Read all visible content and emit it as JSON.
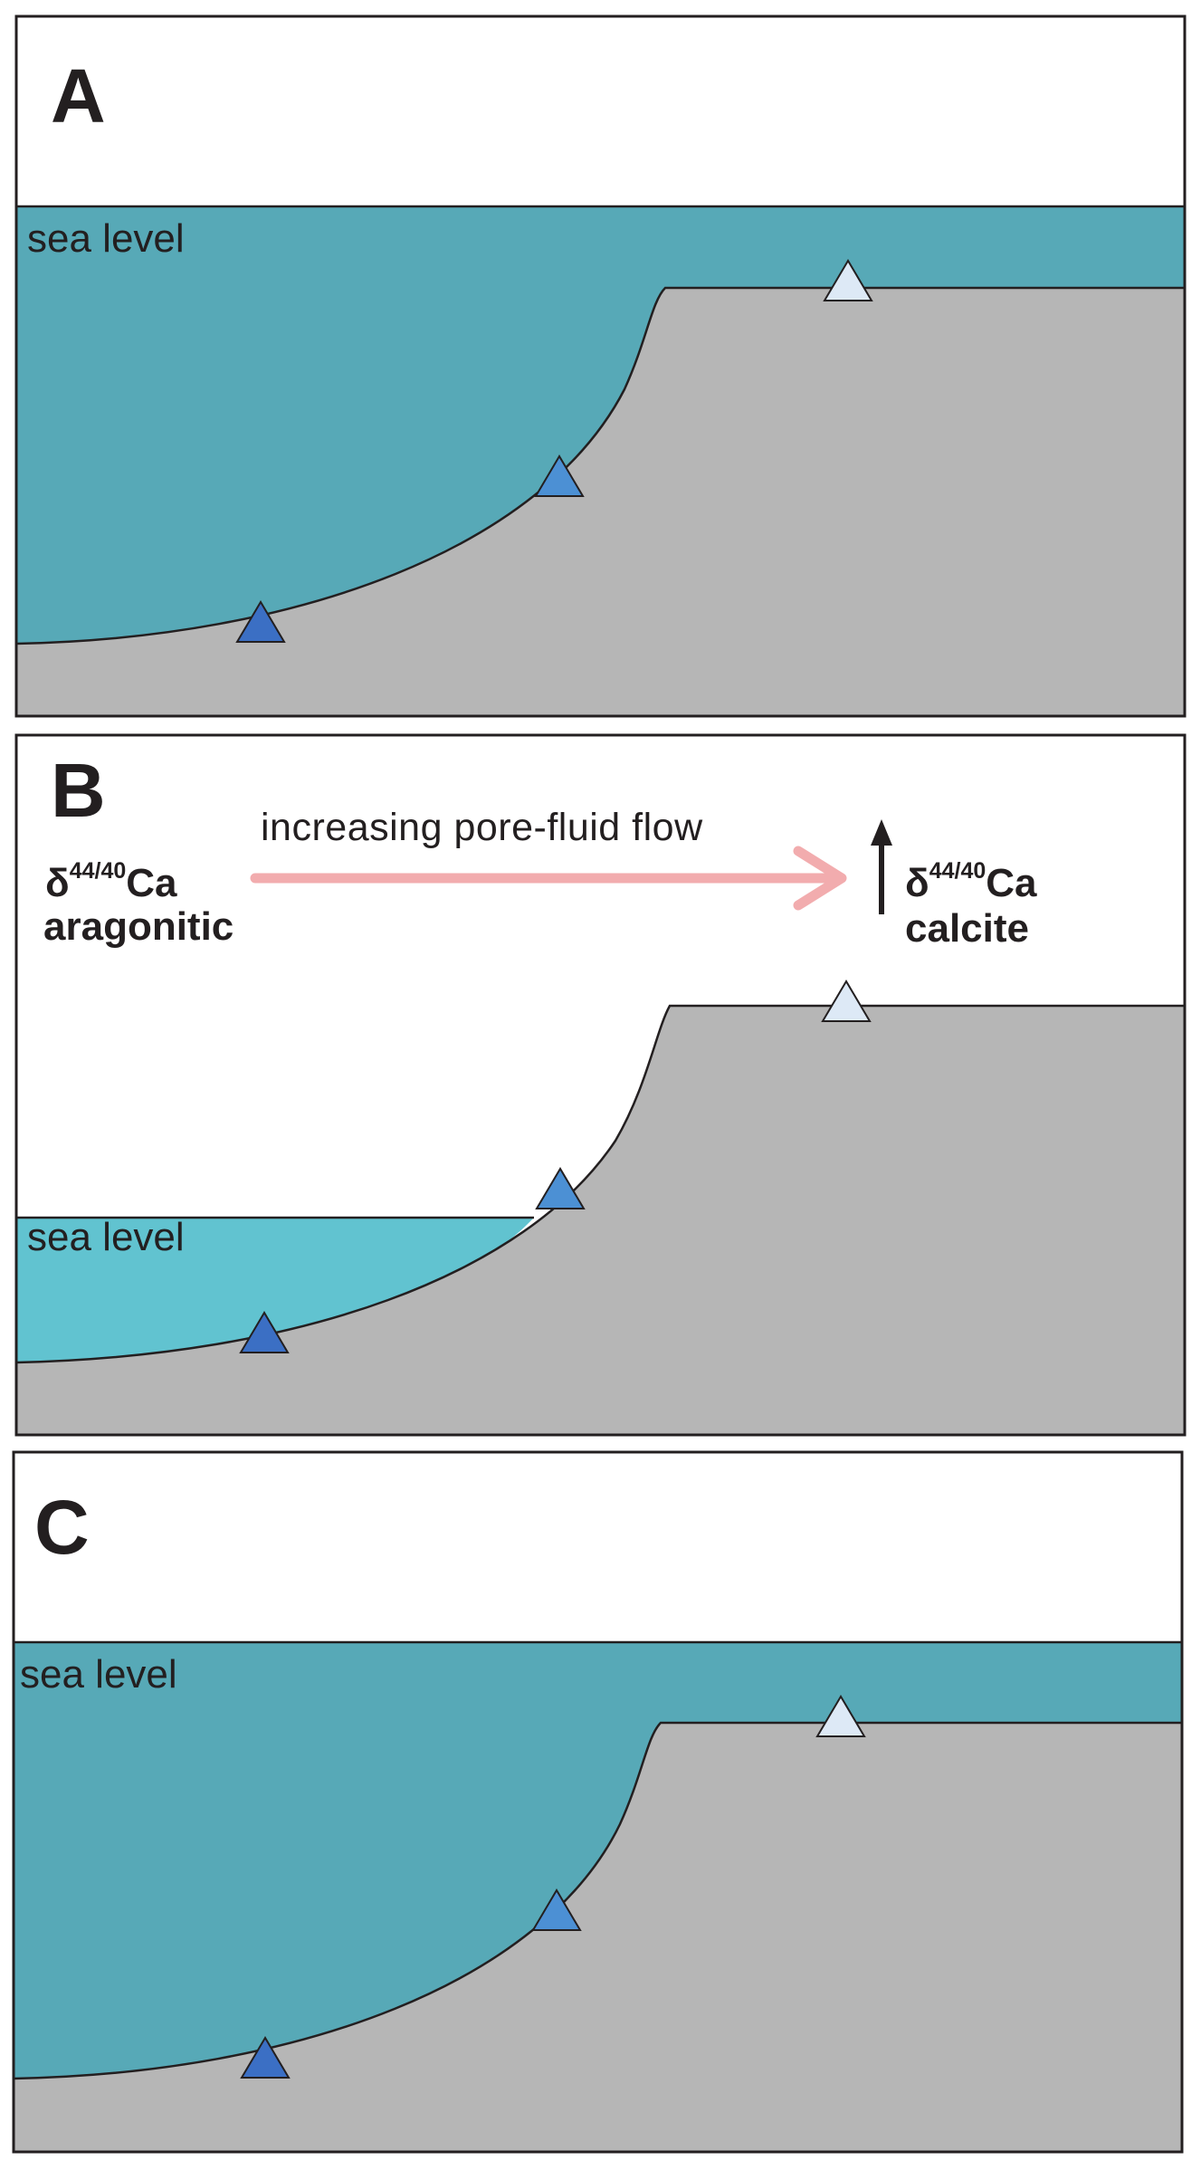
{
  "colors": {
    "sea_deep": "#57a9b7",
    "sea_shallow": "#61c3d0",
    "sediment": "#b6b6b6",
    "outline": "#231f20",
    "marker_deep": "#3b6fc4",
    "marker_mid": "#4c90d4",
    "marker_shallow": "#dde9f6",
    "arrow_flow": "#f2acae",
    "arrow_up": "#231f20"
  },
  "panels": [
    {
      "letter": "A",
      "sea_label": "sea level"
    },
    {
      "letter": "B",
      "sea_label": "sea level",
      "flow_label": "increasing pore-fluid flow",
      "left_iso_prefix": "δ",
      "left_iso_sup": "44/40",
      "left_iso_suffix": "Ca",
      "left_mineral": "aragonitic",
      "right_iso_prefix": "δ",
      "right_iso_sup": "44/40",
      "right_iso_suffix": "Ca",
      "right_mineral": "calcite"
    },
    {
      "letter": "C",
      "sea_label": "sea level"
    }
  ],
  "markers": [
    {
      "name": "deep-sample",
      "icon": "triangle-up-icon",
      "color_key": "marker_deep"
    },
    {
      "name": "slope-sample",
      "icon": "triangle-up-icon",
      "color_key": "marker_mid"
    },
    {
      "name": "platform-sample",
      "icon": "triangle-up-icon",
      "color_key": "marker_shallow"
    }
  ]
}
